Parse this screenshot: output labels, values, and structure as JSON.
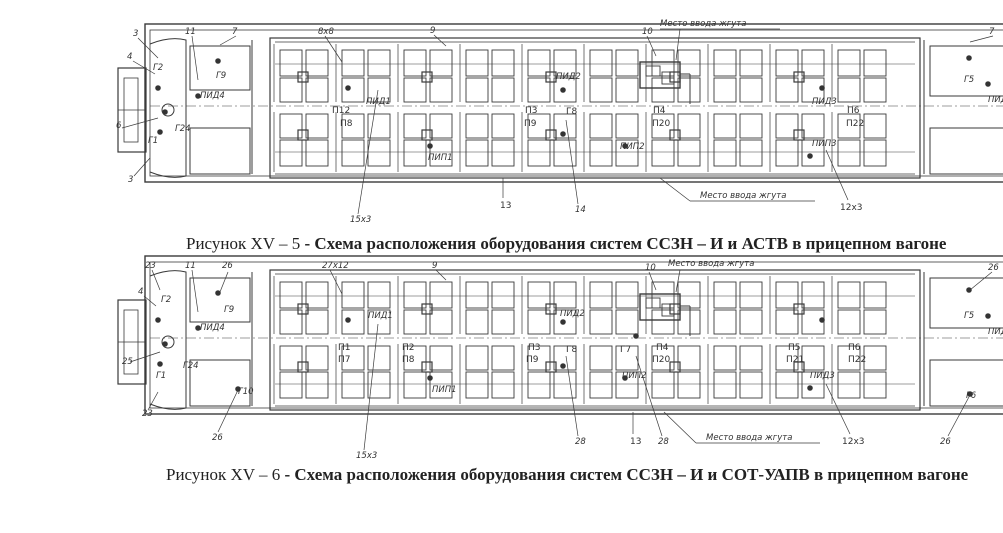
{
  "figure1": {
    "caption_prefix": "Рисунок  XV – 5",
    "caption_text": " -  Схема расположения оборудования систем  ССЗН – И  и  АСТВ в  прицепном вагоне",
    "labels": {
      "n3a": "3",
      "n3b": "3",
      "n4": "4",
      "n6": "6",
      "n7a": "7",
      "n7b": "7",
      "n9": "9",
      "n10": "10",
      "n11": "11",
      "n12x3": "12x3",
      "n13": "13",
      "n14": "14",
      "n15x3": "15x3",
      "n8x8": "8x8",
      "g2": "Г2",
      "g9": "Г9",
      "g24": "Г24",
      "g1": "Г1",
      "g5": "Г5",
      "g8": "Г8",
      "pid4": "ПИД4",
      "pid1": "ПИД1",
      "pid2": "ПИД2",
      "pid3": "ПИД3",
      "pid_r": "ПИД",
      "pip1": "ПИП1",
      "pip2": "ПИП2",
      "pip3": "ПИП3",
      "p12": "П12",
      "p3": "П3",
      "p4": "П4",
      "p6": "П6",
      "p8": "П8",
      "p9": "П9",
      "p20": "П20",
      "p22": "П22",
      "entry_top": "Место ввода жгута",
      "entry_bottom": "Место ввода жгута"
    }
  },
  "figure2": {
    "caption_prefix": "Рисунок   XV – 6",
    "caption_text": " -  Схема расположения оборудования систем  ССЗН – И  и  СОТ-УАПВ в прицепном вагоне",
    "labels": {
      "n23a": "23",
      "n23b": "23",
      "n4": "4",
      "n25": "25",
      "n9": "9",
      "n10": "10",
      "n11": "11",
      "n26a": "26",
      "n26b": "26",
      "n26c": "26",
      "n26d": "26",
      "n12x3": "12x3",
      "n13": "13",
      "n15x3": "15x3",
      "n27x12": "27x12",
      "n28a": "28",
      "n28b": "28",
      "g2": "Г2",
      "g9": "Г9",
      "g24": "Г24",
      "g1": "Г1",
      "g10": "Г10",
      "g5": "Г5",
      "g6": "Г6",
      "g7": "Г7",
      "g8": "Г8",
      "pid4": "ПИД4",
      "pid1": "ПИД1",
      "pid2": "ПИД2",
      "pid3": "ПИД3",
      "pid_r": "ПИД",
      "pip1": "ПИП1",
      "pip2": "ПИП2",
      "pip3": "ПИП3",
      "p1": "П1",
      "p2": "П2",
      "p3": "П3",
      "p4": "П4",
      "p5": "П5",
      "p6": "П6",
      "p7": "П7",
      "p8": "П8",
      "p9": "П9",
      "p20": "П20",
      "p21": "П21",
      "p22": "П22",
      "entry_top": "Место ввода жгута",
      "entry_bottom": "Место ввода жгута"
    }
  },
  "colors": {
    "line": "#3a3a3a",
    "text": "#333333",
    "background": "#ffffff"
  }
}
